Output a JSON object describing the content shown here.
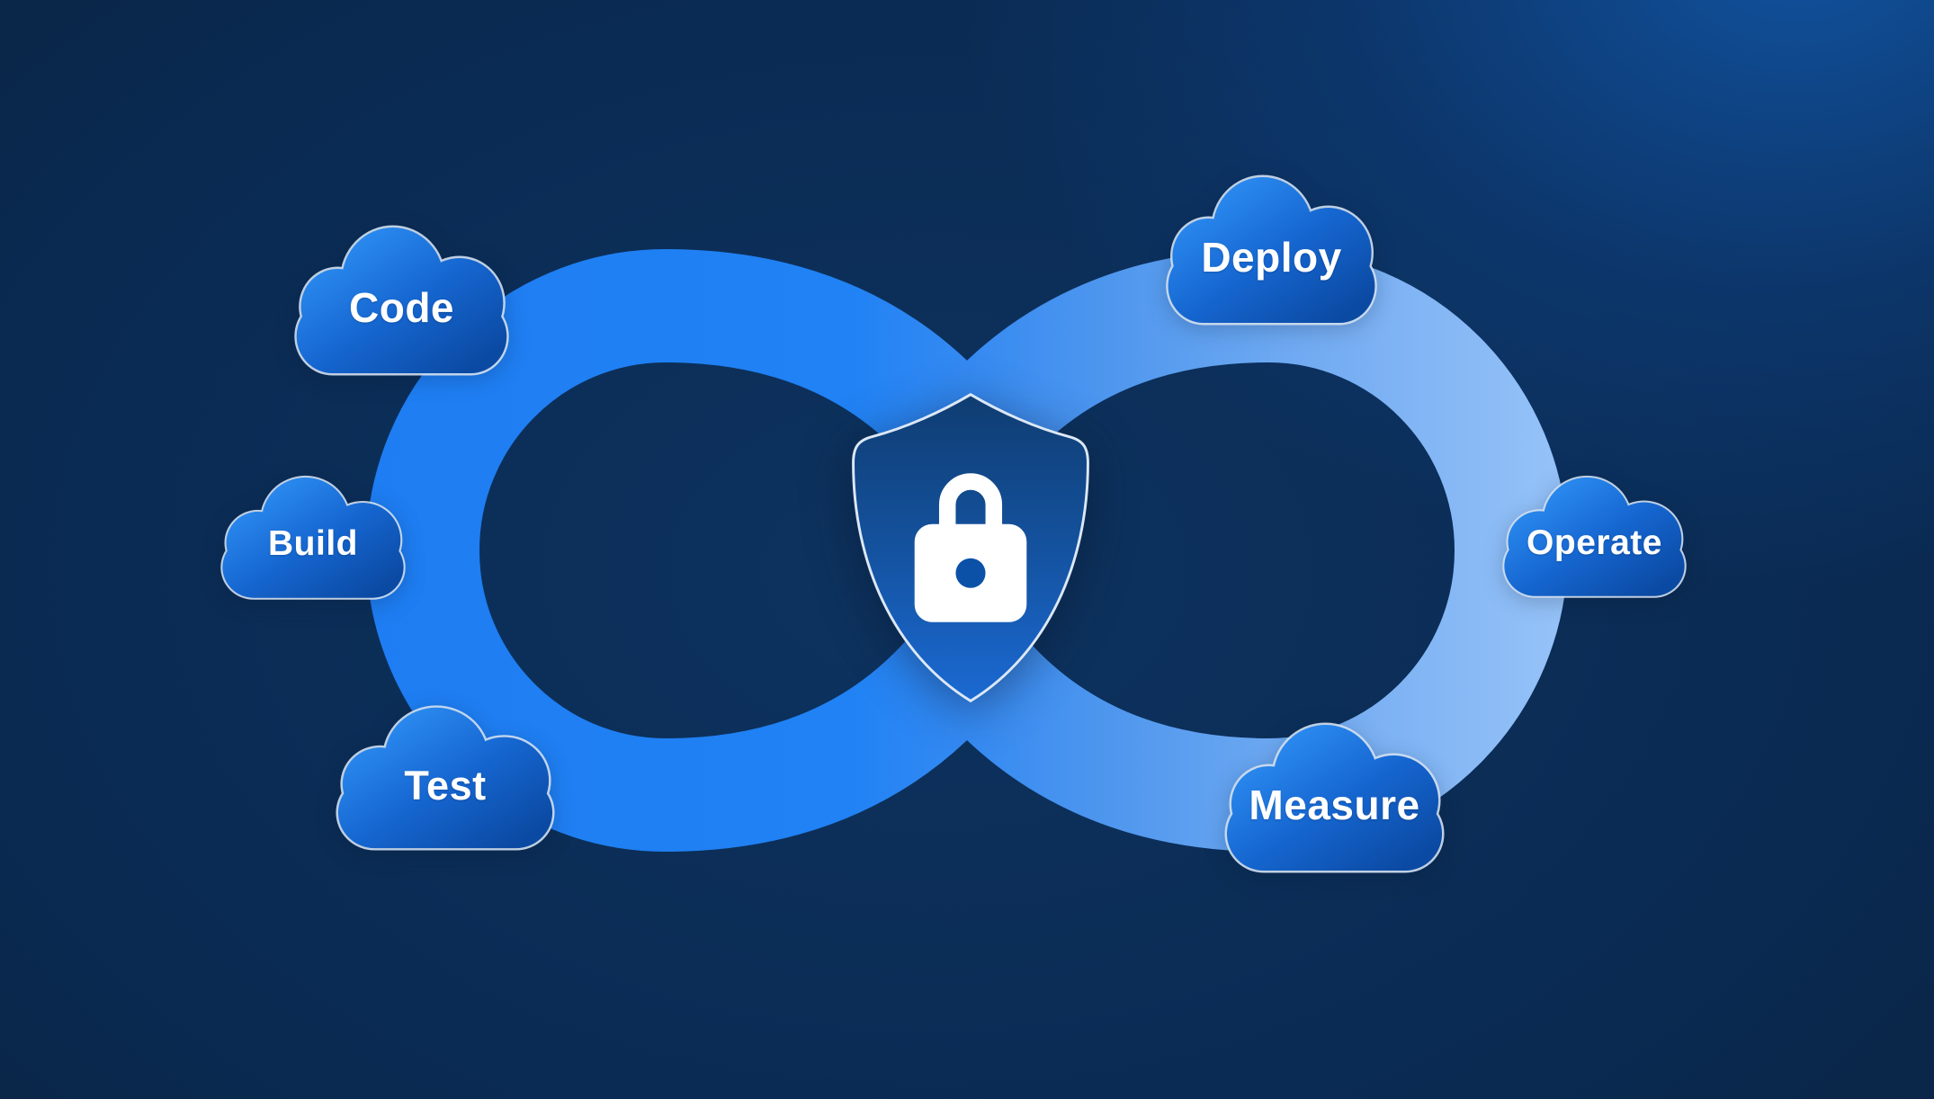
{
  "diagram": {
    "type": "devsecops-infinity-loop",
    "center_icon": "shield-lock-icon"
  },
  "clouds": [
    {
      "id": "code",
      "label": "Code"
    },
    {
      "id": "build",
      "label": "Build"
    },
    {
      "id": "test",
      "label": "Test"
    },
    {
      "id": "deploy",
      "label": "Deploy"
    },
    {
      "id": "operate",
      "label": "Operate"
    },
    {
      "id": "measure",
      "label": "Measure"
    }
  ],
  "colors": {
    "background_navy": "#0a2a52",
    "background_glow_topright": "#11529f",
    "loop_bright_blue": "#1f80f3",
    "loop_light_blue": "#97c3f8",
    "cloud_gradient_top": "#2f93f7",
    "cloud_gradient_bottom": "#0b4aa3",
    "cloud_border": "#cfdeef",
    "shield_gradient_top": "#0f3c70",
    "shield_gradient_bottom": "#1b6ad4",
    "shield_border": "#dce8f6",
    "lock_white": "#ffffff",
    "keyhole_blue": "#0b51a8"
  }
}
